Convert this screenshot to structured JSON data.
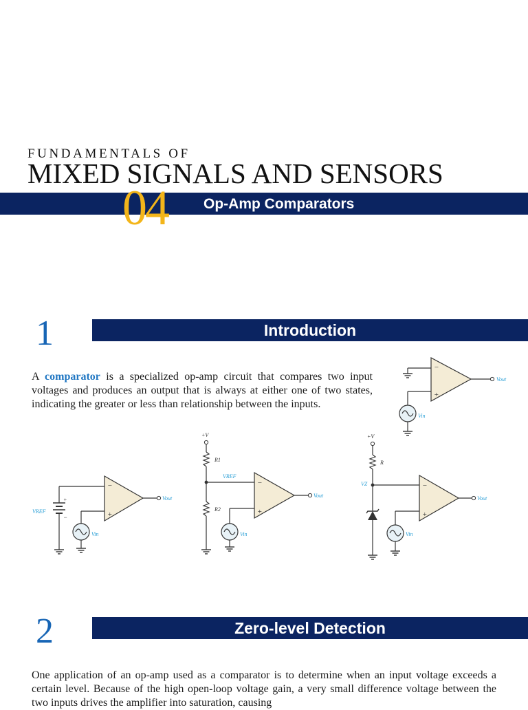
{
  "header": {
    "series": "FUNDAMENTALS OF",
    "title": "MIXED SIGNALS AND SENSORS",
    "chapter_number": "04",
    "chapter_title": "Op-Amp Comparators"
  },
  "sections": [
    {
      "number": "1",
      "title": "Introduction",
      "text_before": "A ",
      "keyword": "comparator",
      "text_after": " is a specialized op-amp circuit that compares two input voltages and produces an output that is always at either one of two states, indicating the greater or less than relationship between the inputs."
    },
    {
      "number": "2",
      "title": "Zero-level Detection",
      "text": "One application of an op-amp used as a comparator is to determine when an input voltage exceeds a certain level. Because of the high open-loop voltage gain, a very small difference voltage between the two inputs drives the amplifier into saturation, causing"
    }
  ],
  "figures": {
    "vout": "Vout",
    "vin": "Vin",
    "vref": "VREF",
    "plus_v": "+V",
    "r1": "R1",
    "r2": "R2",
    "r": "R",
    "vz": "VZ",
    "minus": "−",
    "plus": "+"
  },
  "colors": {
    "navy": "#0b2461",
    "gold": "#f3b51a",
    "section_number_blue": "#1765b5",
    "keyword_blue": "#1f76c2",
    "opamp_fill": "#f4ecd6",
    "label_cyan": "#2a9fd6",
    "source_fill": "#e8f2f7"
  }
}
